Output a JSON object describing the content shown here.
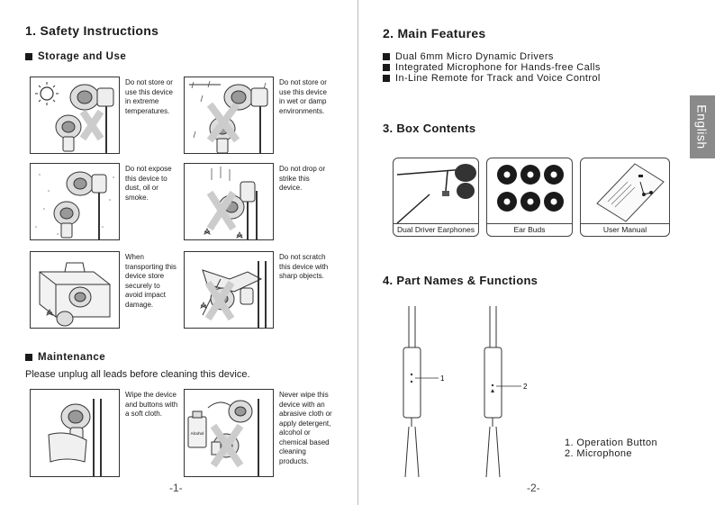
{
  "left_page": {
    "section_title": "1. Safety Instructions",
    "storage_heading": "Storage and Use",
    "storage_items": [
      {
        "text": "Do not store or use this device in extreme temperatures."
      },
      {
        "text": "Do not store or use this device in wet or damp environments."
      },
      {
        "text": "Do not expose this device to dust, oil or smoke."
      },
      {
        "text": "Do not drop or strike this device."
      },
      {
        "text": "When transporting this device store securely to avoid impact damage."
      },
      {
        "text": "Do not scratch this device with sharp objects."
      }
    ],
    "maintenance_heading": "Maintenance",
    "maintenance_note": "Please unplug all leads before cleaning this device.",
    "maintenance_items": [
      {
        "text": "Wipe the device and buttons with a soft cloth."
      },
      {
        "text": "Never wipe this device with an abrasive cloth or apply detergent, alcohol or chemical based cleaning products."
      }
    ],
    "bottle_label": "Alcohol",
    "page_number": "-1-"
  },
  "right_page": {
    "features_title": "2. Main Features",
    "features": [
      "Dual 6mm Micro Dynamic Drivers",
      "Integrated Microphone for Hands-free Calls",
      "In-Line Remote for Track and Voice Control"
    ],
    "box_title": "3. Box Contents",
    "box_items": [
      "Dual Driver Earphones",
      "Ear Buds",
      "User Manual"
    ],
    "parts_title": "4. Part Names & Functions",
    "callouts": [
      "1",
      "2"
    ],
    "parts_list": [
      "1. Operation Button",
      "2. Microphone"
    ],
    "language_tab": "English",
    "page_number": "-2-"
  }
}
